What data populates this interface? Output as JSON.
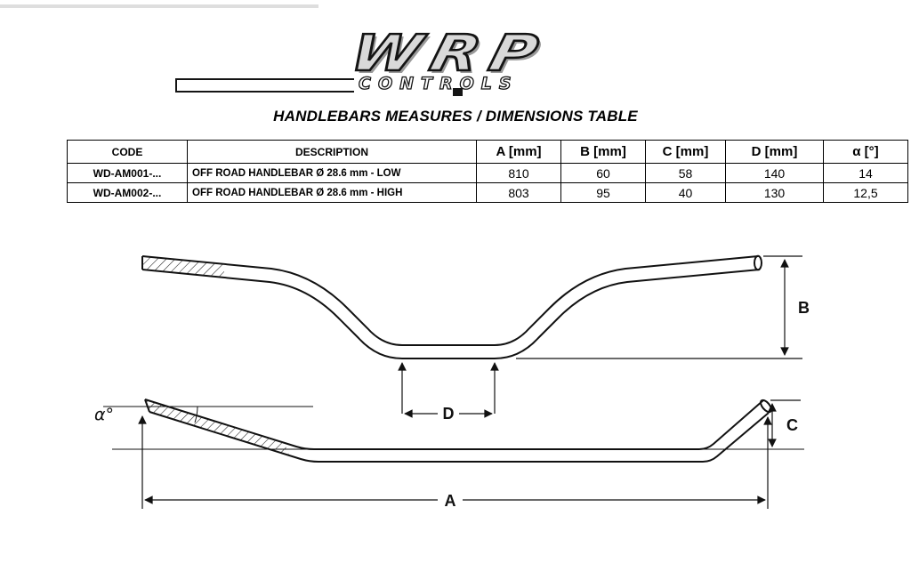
{
  "page": {
    "title": "HANDLEBARS MEASURES / DIMENSIONS TABLE"
  },
  "logo": {
    "brand": "WRP",
    "tagline": "CONTROLS"
  },
  "table": {
    "headers": {
      "code": "CODE",
      "description": "DESCRIPTION",
      "a": "A [mm]",
      "b": "B [mm]",
      "c": "C [mm]",
      "d": "D [mm]",
      "alpha": "α [°]"
    },
    "rows": [
      {
        "code": "WD-AM001-...",
        "description": "OFF ROAD HANDLEBAR Ø 28.6 mm - LOW",
        "a": "810",
        "b": "60",
        "c": "58",
        "d": "140",
        "alpha": "14"
      },
      {
        "code": "WD-AM002-...",
        "description": "OFF ROAD HANDLEBAR Ø 28.6 mm - HIGH",
        "a": "803",
        "b": "95",
        "c": "40",
        "d": "130",
        "alpha": "12,5"
      }
    ]
  },
  "diagram": {
    "labels": {
      "a": "A",
      "b": "B",
      "c": "C",
      "d": "D",
      "alpha": "α°"
    }
  }
}
